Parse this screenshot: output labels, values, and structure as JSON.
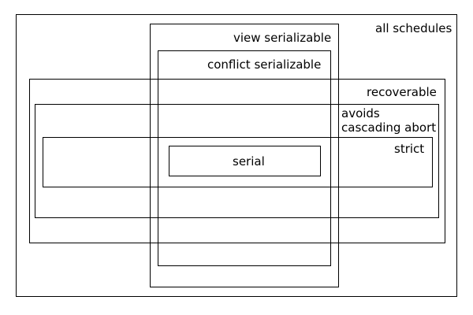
{
  "diagram": {
    "sets": {
      "all_schedules": "all schedules",
      "view_serializable": "view serializable",
      "conflict_serializable": "conflict serializable",
      "recoverable": "recoverable",
      "avoids_cascading_abort": [
        "avoids",
        "cascading abort"
      ],
      "strict": "strict",
      "serial": "serial"
    },
    "colors": {
      "stroke": "#000000",
      "text": "#000000",
      "background": "#ffffff"
    }
  }
}
